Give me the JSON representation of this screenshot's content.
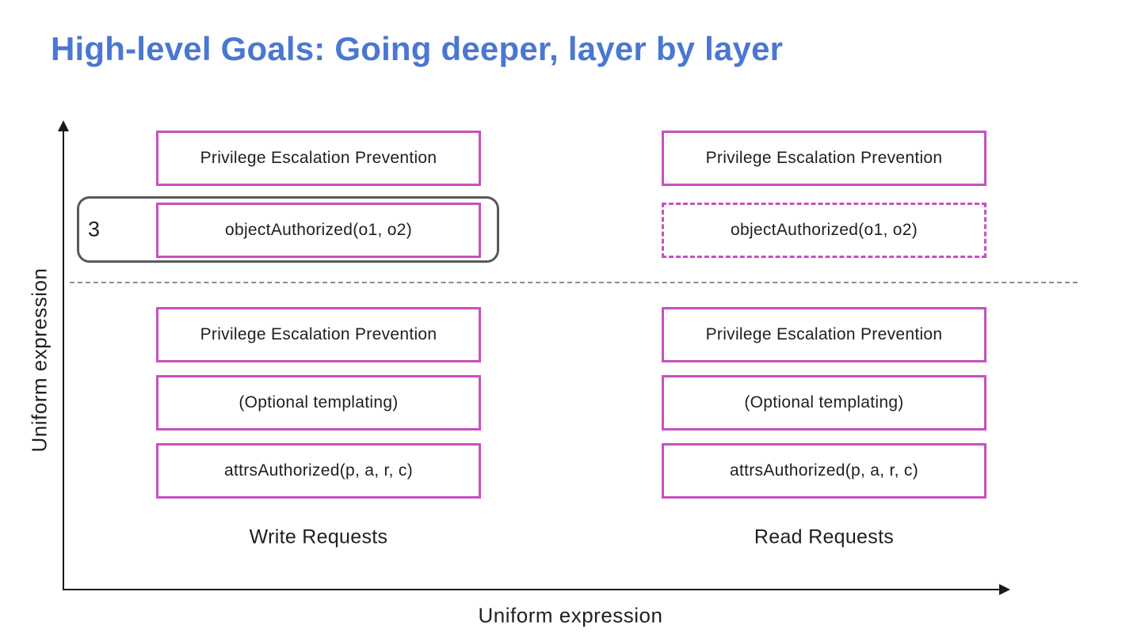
{
  "slide": {
    "title": "High-level Goals: Going deeper, layer by layer"
  },
  "colors": {
    "title_blue": "#4a77d2",
    "box_magenta": "#c94fc0",
    "highlight_gray": "#595959",
    "divider_gray": "#8a8a8a",
    "axis_black": "#1a1a1a"
  },
  "axes": {
    "y_label": "Uniform expression",
    "x_label": "Uniform expression"
  },
  "highlight": {
    "step_number": "3"
  },
  "columns": [
    {
      "label": "Write Requests",
      "top_boxes": [
        {
          "text": "Privilege Escalation Prevention",
          "style": "solid"
        },
        {
          "text": "objectAuthorized(o1, o2)",
          "style": "solid-highlighted"
        }
      ],
      "bottom_boxes": [
        {
          "text": "Privilege Escalation Prevention"
        },
        {
          "text": "(Optional templating)"
        },
        {
          "text": "attrsAuthorized(p, a, r, c)"
        }
      ]
    },
    {
      "label": "Read Requests",
      "top_boxes": [
        {
          "text": "Privilege Escalation Prevention",
          "style": "solid"
        },
        {
          "text": "objectAuthorized(o1, o2)",
          "style": "dashed"
        }
      ],
      "bottom_boxes": [
        {
          "text": "Privilege Escalation Prevention"
        },
        {
          "text": "(Optional templating)"
        },
        {
          "text": "attrsAuthorized(p, a, r, c)"
        }
      ]
    }
  ]
}
